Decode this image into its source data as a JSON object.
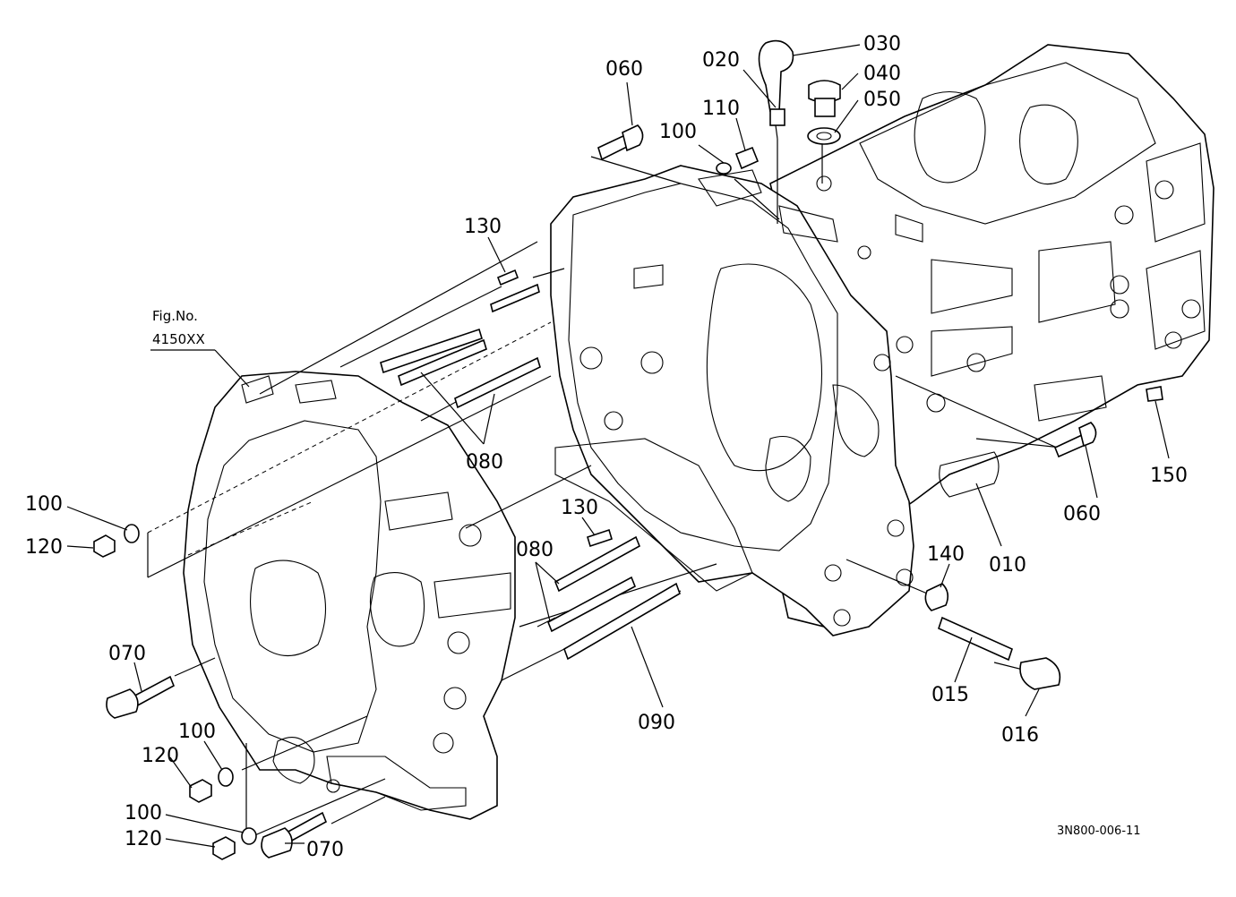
{
  "figure_reference": {
    "line1": "Fig.No.",
    "line2": "4150XX"
  },
  "drawing_code": "3N800-006-11",
  "callouts": {
    "c060_top": "060",
    "c020": "020",
    "c030": "030",
    "c040": "040",
    "c050": "050",
    "c110": "110",
    "c100_top": "100",
    "c130_top": "130",
    "c080_upper": "080",
    "c100_left": "100",
    "c120_left": "120",
    "c130_mid": "130",
    "c080_lower": "080",
    "c070_left": "070",
    "c100_low1": "100",
    "c120_low1": "120",
    "c100_low2": "100",
    "c120_low2": "120",
    "c070_bottom": "070",
    "c090": "090",
    "c140": "140",
    "c010": "010",
    "c060_right": "060",
    "c150": "150",
    "c015": "015",
    "c016": "016"
  }
}
